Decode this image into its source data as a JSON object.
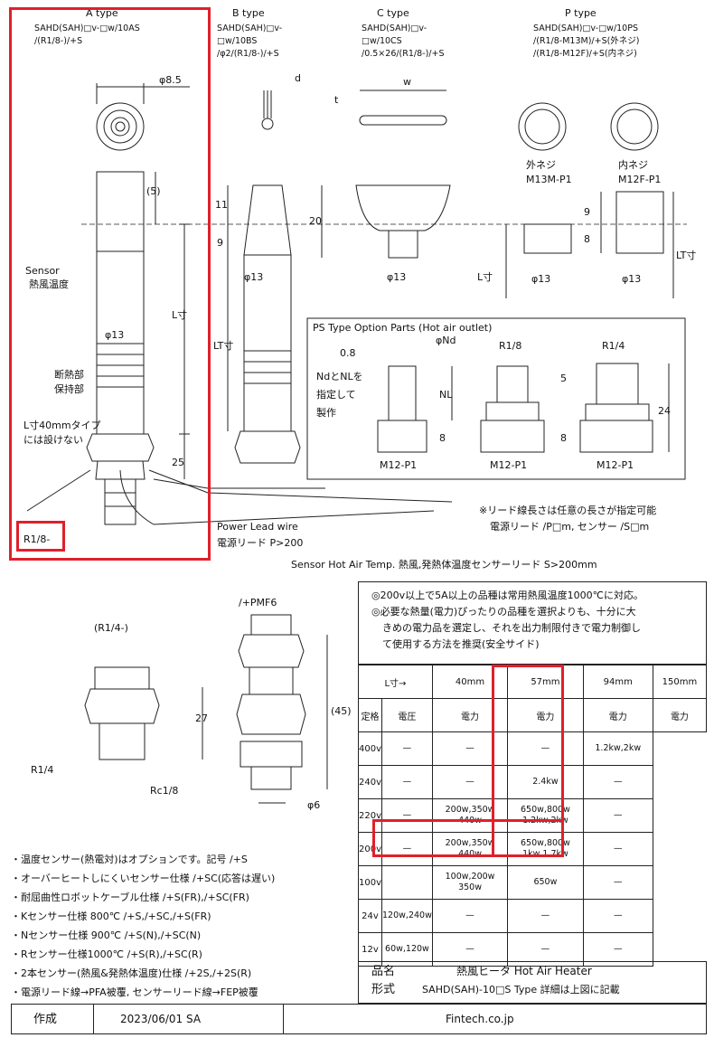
{
  "types": {
    "a": {
      "title": "A type",
      "model": "SAHD(SAH)□v-□w/10AS",
      "suffix": "/(R1/8-)/+S"
    },
    "b": {
      "title": "B type",
      "model": "SAHD(SAH)□v-",
      "model2": "□w/10BS",
      "suffix": "/φ2/(R1/8-)/+S"
    },
    "c": {
      "title": "C type",
      "model": "SAHD(SAH)□v-",
      "model2": "□w/10CS",
      "suffix": "/0.5×26/(R1/8-)/+S"
    },
    "p": {
      "title": "P type",
      "model": "SAHD(SAH)□v-□w/10PS",
      "suffix": "/(R1/8-M13M)/+S(外ネジ)",
      "suffix2": "/(R1/8-M12F)/+S(内ネジ)"
    }
  },
  "dims": {
    "phi85": "φ8.5",
    "d": "d",
    "t": "t",
    "w": "w",
    "five": "(5)",
    "eleven": "11",
    "nine": "9",
    "twenty": "20",
    "phi13": "φ13",
    "L": "L寸",
    "LT": "LT寸",
    "twentyfive": "25",
    "eight": "8",
    "zero8": "0.8",
    "phiNd": "φNd",
    "NL": "NL",
    "five_b": "5",
    "twentyfour": "24",
    "twentyseven": "27",
    "fortyfive": "(45)",
    "phi6": "φ6"
  },
  "labels": {
    "outer": "外ネジ",
    "outer_part": "M13M-P1",
    "inner": "内ネジ",
    "inner_part": "M12F-P1",
    "sensor": "Sensor",
    "sensor_jp": "熱風温度",
    "insul1": "断熱部",
    "insul2": "保持部",
    "l40_1": "L寸40mmタイプ",
    "l40_2": "には設けない",
    "r18": "R1/8-",
    "power": "Power Lead wire",
    "power_jp": "電源リード P>200",
    "lead_note1": "※リード線長さは任意の長さが指定可能",
    "lead_note2": "電源リード /P□m, センサー /S□m",
    "sensor_lead": "Sensor Hot Air Temp. 熱風,発熱体温度センサーリード S>200mm",
    "ps_title": "PS Type Option Parts (Hot air outlet)",
    "nd1": "NdとNLを",
    "nd2": "指定して",
    "nd3": "製作",
    "r18b": "R1/8",
    "r14b": "R1/4",
    "m12p1": "M12-P1",
    "r14paren": "(R1/4-)",
    "r14": "R1/4",
    "rc18": "Rc1/8",
    "pmf6": "/+PMF6"
  },
  "info": {
    "line1": "◎200v以上で5A以上の品種は常用熱風温度1000℃に対応。",
    "line2": "◎必要な熱量(電力)ぴったりの品種を選択よりも、十分に大",
    "line3": "きめの電力品を選定し、それを出力制限付きで電力制御し",
    "line4": "て使用する方法を推奨(安全サイド)"
  },
  "table": {
    "lhead": "L寸→",
    "cols": [
      "40mm",
      "57mm",
      "94mm",
      "150mm"
    ],
    "voltage": "電圧",
    "power": "電力",
    "rated": "定格",
    "rows": [
      {
        "v": "400v",
        "c": [
          "—",
          "—",
          "—",
          "1.2kw,2kw"
        ]
      },
      {
        "v": "240v",
        "c": [
          "—",
          "—",
          "2.4kw",
          "—"
        ]
      },
      {
        "v": "220v",
        "c": [
          "—",
          "200w,350w|440w",
          "650w,800w|1.2kw,2kw",
          "—"
        ]
      },
      {
        "v": "200v",
        "c": [
          "—",
          "200w,350w|440w",
          "650w,800w|1kw,1.7kw",
          "—"
        ]
      },
      {
        "v": "100v",
        "c": [
          "",
          "100w,200w|350w",
          "650w",
          "—"
        ]
      },
      {
        "v": "24v",
        "c": [
          "120w,240w",
          "—",
          "—",
          "—"
        ]
      },
      {
        "v": "12v",
        "c": [
          "60w,120w",
          "—",
          "—",
          "—"
        ]
      }
    ],
    "name_label": "品名",
    "name_val": "熱風ヒータ Hot Air Heater",
    "form_label": "形式",
    "form_val": "SAHD(SAH)-10□S Type 詳細は上図に記載"
  },
  "notes": [
    "・温度センサー(熱電対)はオプションです。記号 /+S",
    "・オーバーヒートしにくいセンサー仕様 /+SC(応答は遅い)",
    "・耐屈曲性ロボットケーブル仕様 /+S(FR),/+SC(FR)",
    "・Kセンサー仕様 800℃ /+S,/+SC,/+S(FR)",
    "・Nセンサー仕様 900℃ /+S(N),/+SC(N)",
    "・Rセンサー仕様1000℃ /+S(R),/+SC(R)",
    "・2本センサー(熱風&発熱体温度)仕様 /+2S,/+2S(R)",
    "・電源リード線→PFA被覆, センサーリード線→FEP被覆"
  ],
  "footer": {
    "made": "作成",
    "date": "2023/06/01 SA",
    "site": "Fintech.co.jp"
  },
  "colors": {
    "highlight": "#e0202a",
    "line": "#222222"
  }
}
